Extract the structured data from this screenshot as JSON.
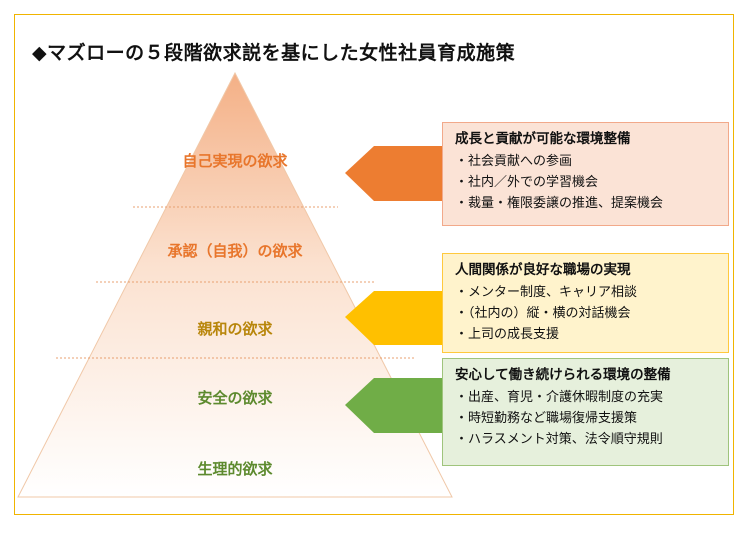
{
  "title": "◆マズローの５段階欲求説を基にした女性社員育成施策",
  "pyramid_levels": [
    {
      "label": "自己実現の欲求",
      "color": "#e8762c"
    },
    {
      "label": "承認（自我）の欲求",
      "color": "#e8762c"
    },
    {
      "label": "親和の欲求",
      "color": "#b8860b"
    },
    {
      "label": "安全の欲求",
      "color": "#5d8a2e"
    },
    {
      "label": "生理的欲求",
      "color": "#5d8a2e"
    }
  ],
  "boxes": [
    {
      "heading": "成長と貢献が可能な環境整備",
      "items": [
        "・社会貢献への参画",
        "・社内／外での学習機会",
        "・裁量・権限委譲の推進、提案機会"
      ],
      "arrow_color": "#ed7d31"
    },
    {
      "heading": "人間関係が良好な職場の実現",
      "items": [
        "・メンター制度、キャリア相談",
        "・（社内の）縦・横の対話機会",
        "・上司の成長支援"
      ],
      "arrow_color": "#ffc000"
    },
    {
      "heading": "安心して働き続けられる環境の整備",
      "items": [
        "・出産、育児・介護休暇制度の充実",
        "・時短勤務など職場復帰支援策",
        "・ハラスメント対策、法令順守規則"
      ],
      "arrow_color": "#70ad47"
    }
  ]
}
